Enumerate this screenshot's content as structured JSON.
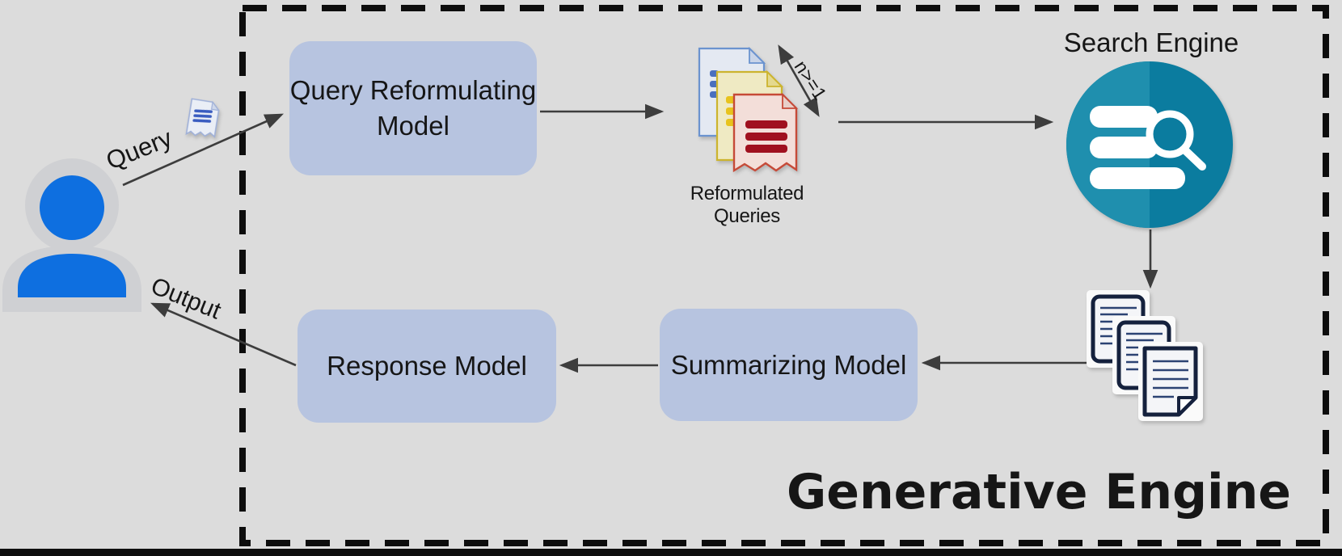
{
  "title": "Generative Engine",
  "labels": {
    "query": "Query",
    "output": "Output",
    "n_count": "n>=1",
    "search_engine": "Search Engine",
    "reformulated_queries": "Reformulated\nQueries"
  },
  "boxes": {
    "query_reformulating": {
      "label": "Query\nReformulating\nModel"
    },
    "summarizing": {
      "label": "Summarizing\nModel"
    },
    "response": {
      "label": "Response\nModel"
    }
  },
  "icons": {
    "user": "user-avatar-icon",
    "query_document": "small-note-icon",
    "reformulated_documents": "stacked-documents-icon",
    "search_engine": "database-search-icon",
    "result_documents": "retrieved-documents-icon"
  },
  "colors": {
    "background": "#dcdcdc",
    "ink": "#161616",
    "arrow": "#3d3d3d",
    "dash_border": "#0d0d0d",
    "bottom_bar": "#0e0e0e",
    "box_fill": "#b7c4e0",
    "user_blue": "#0e6fe0",
    "user_gray": "#cfd0d3",
    "se_teal_light": "#1f8fae",
    "se_teal_dark": "#0b7c9f",
    "white": "#ffffff",
    "doc_blue_fill": "#e4e9f2",
    "doc_blue_stroke": "#6b93cf",
    "doc_blue_marks": "#4a6fbe",
    "doc_yellow_fill": "#efeac3",
    "doc_yellow_stroke": "#ccb42e",
    "doc_yellow_marks": "#e8c31c",
    "doc_red_fill": "#f3ded9",
    "doc_red_stroke": "#c64a38",
    "doc_red_marks": "#a0101f",
    "result_doc_border": "#15213d",
    "result_doc_lines": "#2c4373",
    "mini_doc_fill": "#eaeef6",
    "mini_doc_stroke": "#9fb0d8",
    "mini_doc_lines": "#3a5cc0"
  }
}
